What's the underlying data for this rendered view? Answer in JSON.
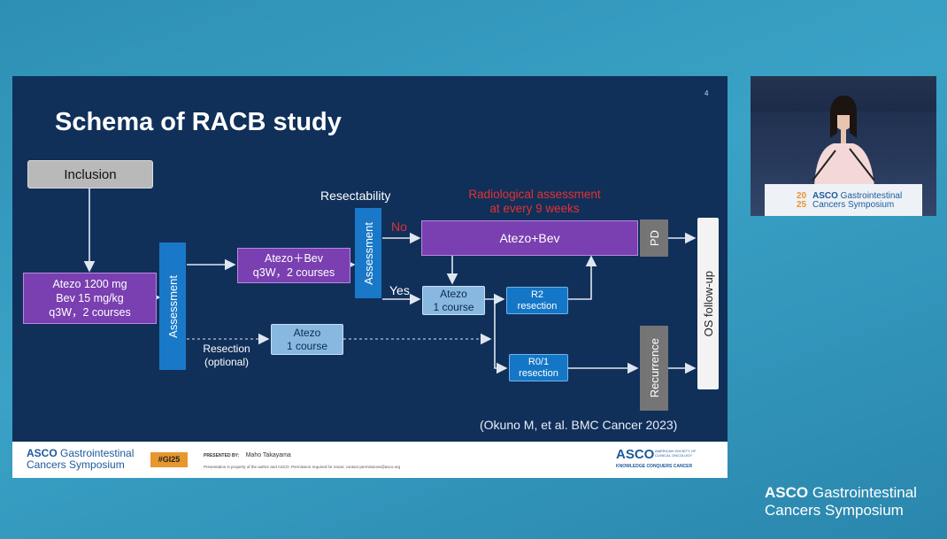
{
  "slide": {
    "page_number": "4",
    "title": "Schema of RACB study",
    "citation": "(Okuno M, et al. BMC Cancer 2023)",
    "diagram": {
      "inclusion": "Inclusion",
      "induction": {
        "line1": "Atezo 1200 mg",
        "line2": "Bev 15 mg/kg",
        "line3": "q3W，2 courses"
      },
      "assessment1": "Assessment",
      "atezo_bev_box": {
        "line1": "Atezo＋Bev",
        "line2": "q3W，2 courses"
      },
      "atezo_box": {
        "line1": "Atezo",
        "line2": "1 course"
      },
      "resection_label": {
        "line1": "Resection",
        "line2": "(optional)"
      },
      "resectability": "Resectability",
      "assessment2": "Assessment",
      "no_label": "No",
      "yes_label": "Yes",
      "radiological": {
        "line1": "Radiological assessment",
        "line2": "at every 9 weeks"
      },
      "atezo_bev_long": "Atezo+Bev",
      "atezo_course": {
        "line1": "Atezo",
        "line2": "1 course"
      },
      "r2": {
        "line1": "R2",
        "line2": "resection"
      },
      "r01": {
        "line1": "R0/1",
        "line2": "resection"
      },
      "pd": "PD",
      "recurrence": "Recurrence",
      "os_followup": "OS follow-up"
    },
    "footer": {
      "logo_bold": "ASCO",
      "logo_rest": " Gastrointestinal",
      "logo_line2": "Cancers Symposium",
      "hashtag": "#GI25",
      "presented_by_label": "PRESENTED BY:",
      "presenter": "Maho Takayama",
      "disclaimer": "Presentation is property of the author and ASCO. Permission required for reuse; contact permissions@asco.org",
      "asco_mark": "ASCO",
      "asco_society_1": "AMERICAN SOCIETY OF",
      "asco_society_2": "CLINICAL ONCOLOGY",
      "tagline": "KNOWLEDGE CONQUERS CANCER"
    }
  },
  "speaker_panel": {
    "podium_year_top": "20",
    "podium_year_bottom": "25",
    "podium_bold": "ASCO",
    "podium_rest": " Gastrointestinal",
    "podium_line2": "Cancers Symposium"
  },
  "corner_logo": {
    "bold": "ASCO",
    "rest": " Gastrointestinal",
    "line2": "Cancers Symposium"
  },
  "colors": {
    "slide_bg": "#10305a",
    "purple": "#7a3fb0",
    "assessment_blue": "#1a78c8",
    "light_blue": "#88b8e0",
    "red_text": "#e53030",
    "hashtag_orange": "#e8962e"
  }
}
